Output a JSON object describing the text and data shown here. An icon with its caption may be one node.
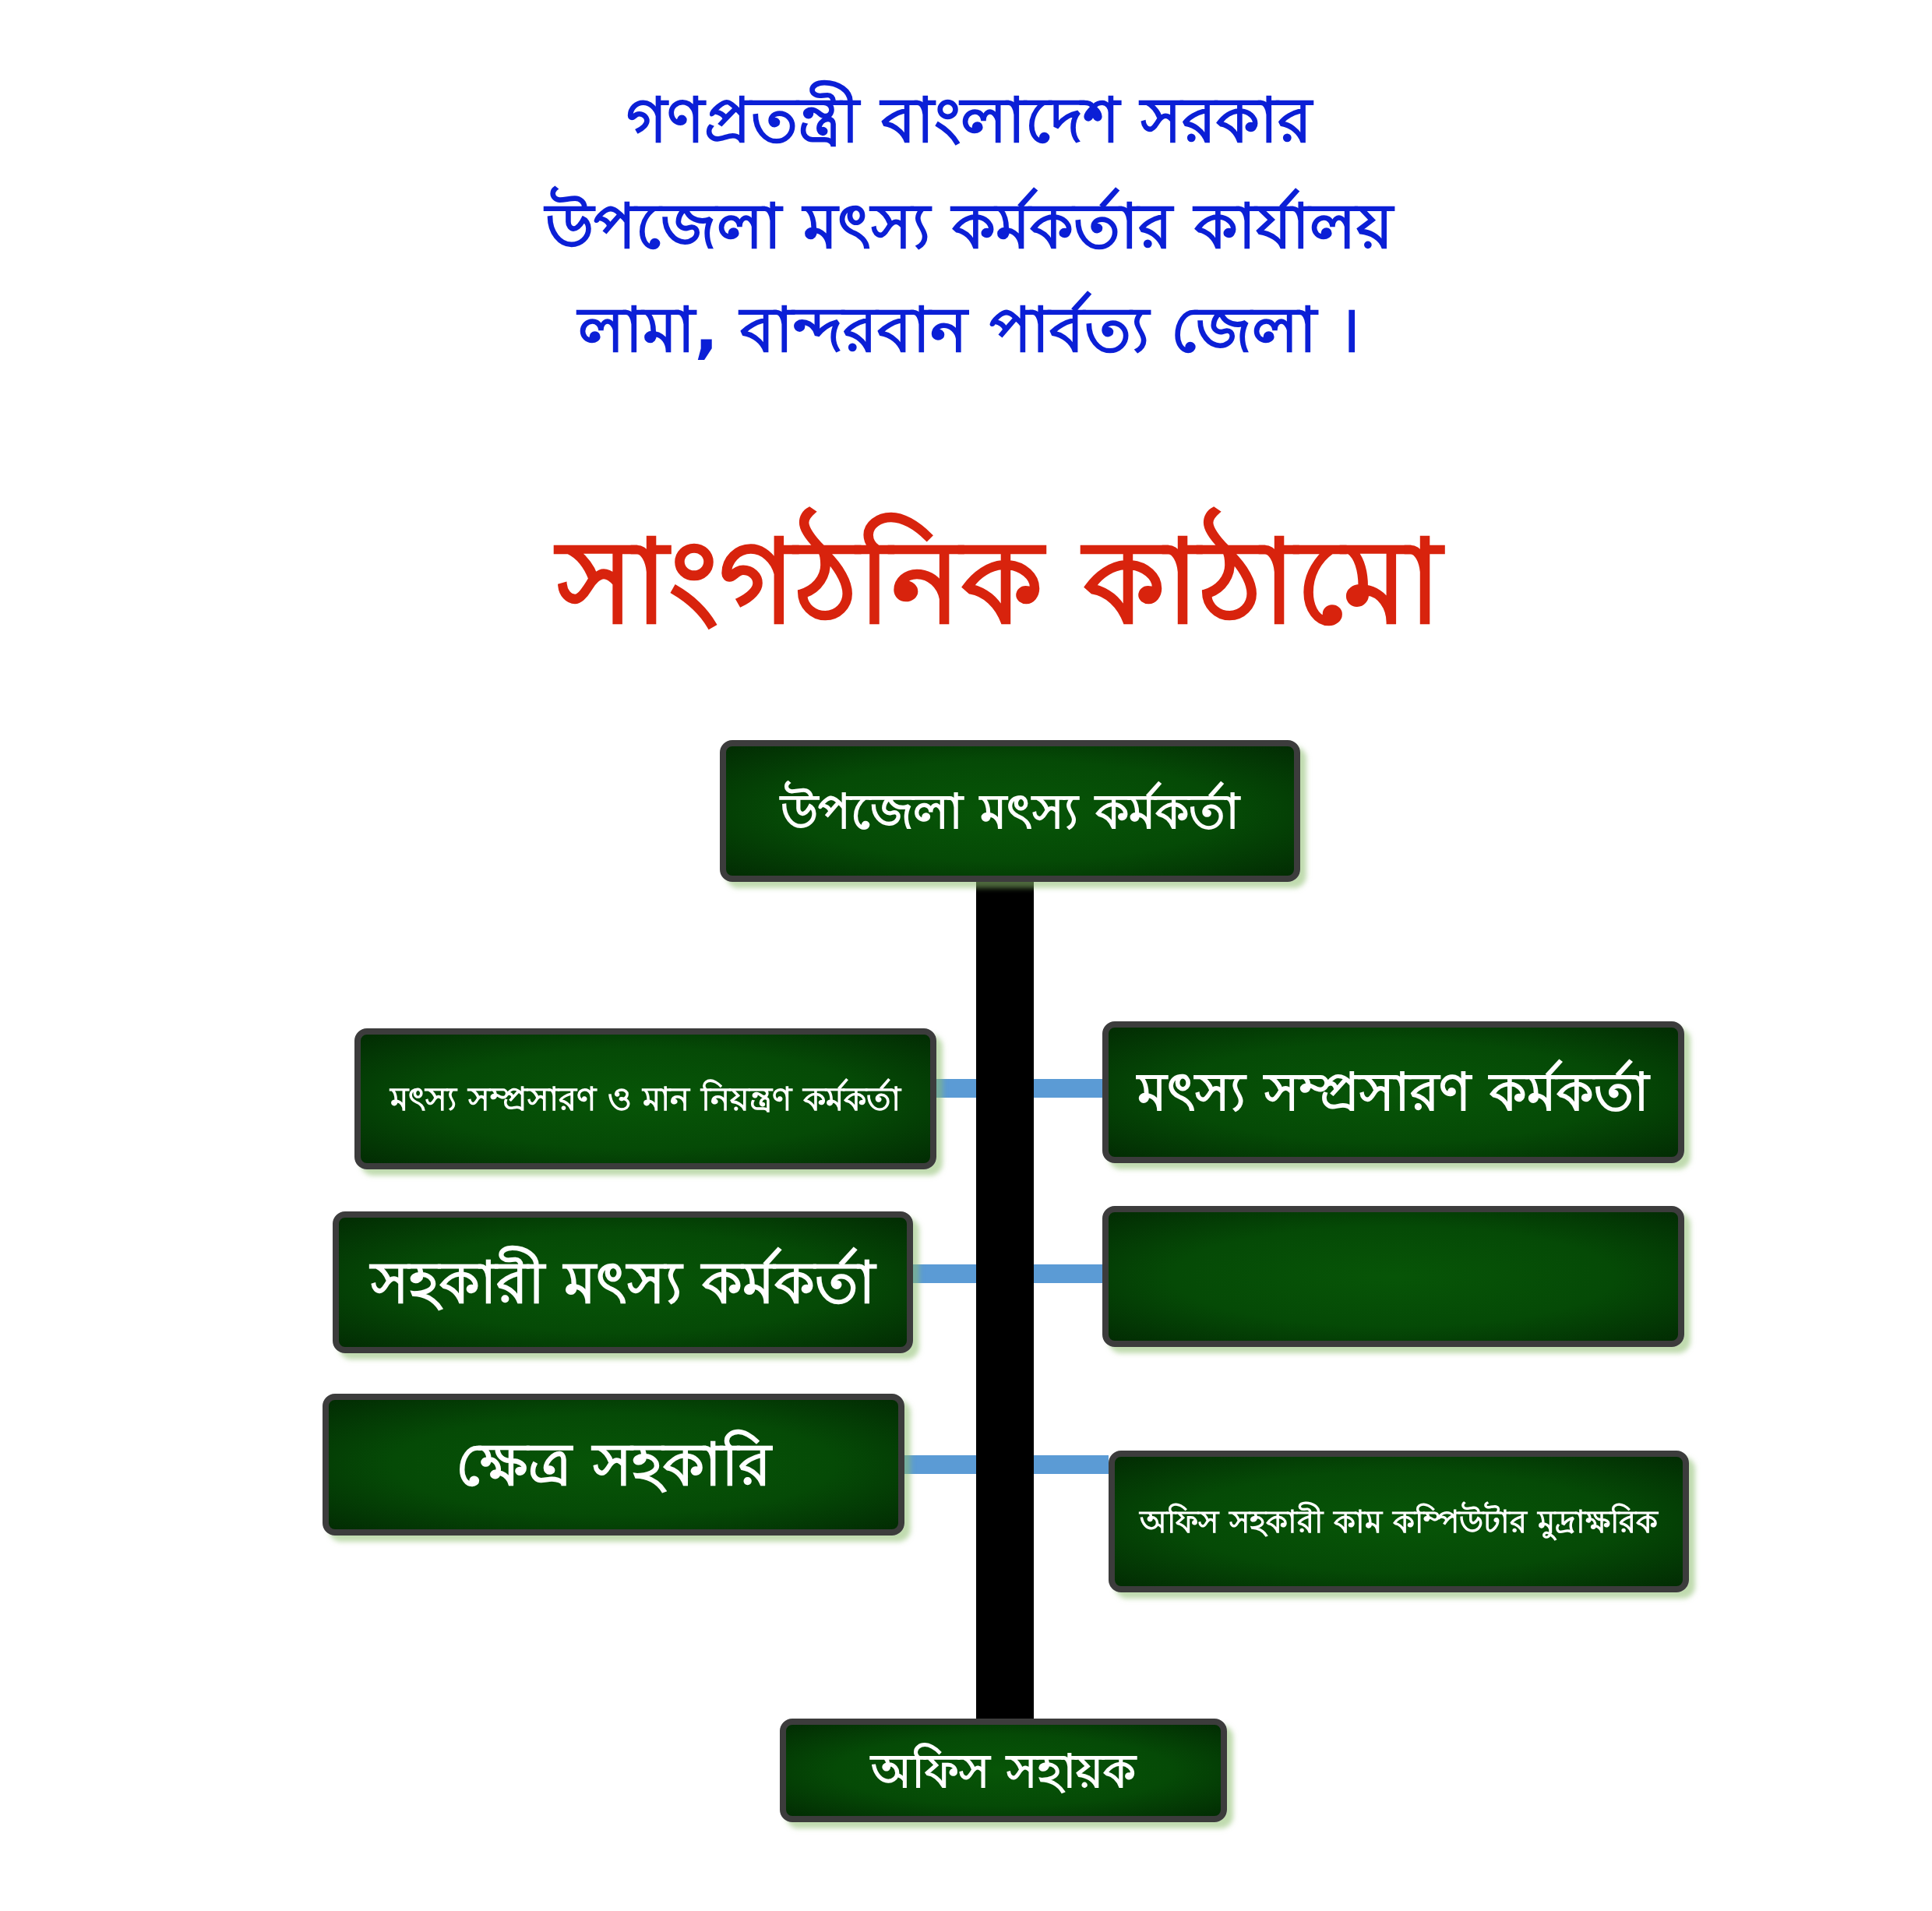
{
  "diagram": {
    "title": "সাংগঠনিক কাঠামো",
    "nodes": [
      {
        "text": [
          "উপজেলা মৎস্য কর্মকর্তা"
        ]
      },
      {
        "text": [
          "মৎস্য সম্প্রসারণ ও মান নিয়ন্ত্রণ কর্মকর্তা"
        ]
      },
      {
        "text": [
          "মৎস্য সম্প্রসারণ কর্মকর্তা"
        ]
      },
      {
        "text": [
          "সহকারী মৎস্য কর্মকর্তা"
        ]
      },
      {
        "text": [],
        "shape": "box"
      },
      {
        "text": [
          "ক্ষেত্র সহকারি"
        ]
      },
      {
        "text": [
          "অফিস সহকারী কাম কম্পিউটার মুদ্রাক্ষরিক"
        ]
      },
      {
        "text": [
          "অফিস সহায়ক"
        ]
      }
    ],
    "edges": [
      {
        "from": 0,
        "to": 1,
        "arrow": "none"
      },
      {
        "from": 0,
        "to": 2,
        "arrow": "none"
      },
      {
        "from": 0,
        "to": 3,
        "arrow": "none"
      },
      {
        "from": 0,
        "to": 4,
        "arrow": "none"
      },
      {
        "from": 0,
        "to": 5,
        "arrow": "none"
      },
      {
        "from": 0,
        "to": 6,
        "arrow": "none"
      },
      {
        "from": 0,
        "to": 7,
        "arrow": "none",
        "color": "#000000"
      }
    ],
    "labels": [
      "গণপ্রতন্ত্রী বাংলাদেশ সরকার",
      "উপজেলা মৎস্য কর্মকর্তার কার্যালয়",
      "লামা, বান্দরবান পার্বত্য জেলা ।"
    ]
  }
}
